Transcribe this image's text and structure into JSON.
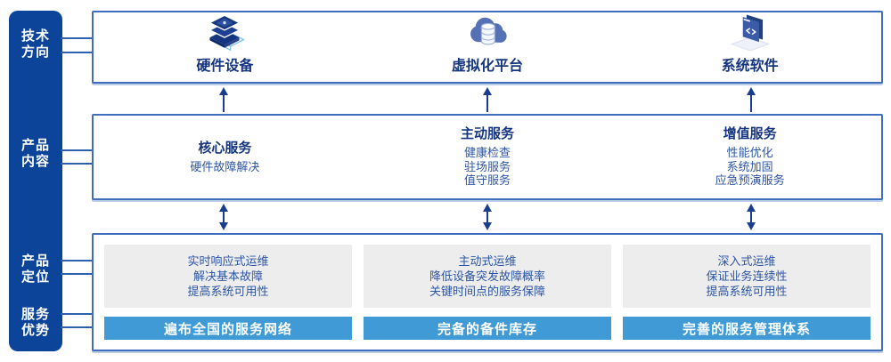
{
  "colors": {
    "sidebar_blue": "#0c4499",
    "box_border_blue": "#3f6fbc",
    "title_navy": "#16357f",
    "body_navy": "#2d55a5",
    "arrow_navy": "#1b3d8f",
    "banner_blue": "#3f9ad6",
    "gray_panel": "#ededed"
  },
  "sidebar": {
    "items": [
      {
        "line1": "技术",
        "line2": "方向"
      },
      {
        "line1": "产品",
        "line2": "内容"
      },
      {
        "line1": "产品",
        "line2": "定位"
      },
      {
        "line1": "服务",
        "line2": "优势"
      }
    ]
  },
  "tech_row": {
    "items": [
      {
        "label": "硬件设备",
        "icon": "server-stack-icon"
      },
      {
        "label": "虚拟化平台",
        "icon": "cloud-database-icon"
      },
      {
        "label": "系统软件",
        "icon": "code-window-icon"
      }
    ]
  },
  "service_row": {
    "columns": [
      {
        "title": "核心服务",
        "items": [
          "硬件故障解决"
        ]
      },
      {
        "title": "主动服务",
        "items": [
          "健康检查",
          "驻场服务",
          "值守服务"
        ]
      },
      {
        "title": "增值服务",
        "items": [
          "性能优化",
          "系统加固",
          "应急预演服务"
        ]
      }
    ]
  },
  "position_row": {
    "columns": [
      {
        "lines": [
          "实时响应式运维",
          "解决基本故障",
          "提高系统可用性"
        ],
        "banner": "遍布全国的服务网络"
      },
      {
        "lines": [
          "主动式运维",
          "降低设备突发故障概率",
          "关键时间点的服务保障"
        ],
        "banner": "完备的备件库存"
      },
      {
        "lines": [
          "深入式运维",
          "保证业务连续性",
          "提高系统可用性"
        ],
        "banner": "完善的服务管理体系"
      }
    ]
  }
}
